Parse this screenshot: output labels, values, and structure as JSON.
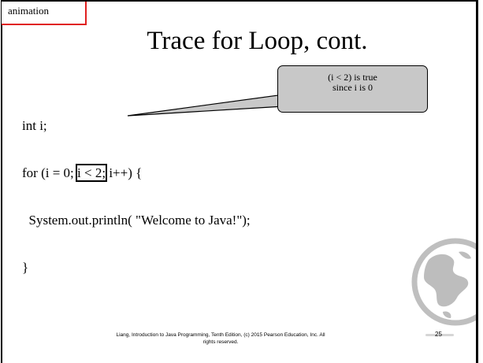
{
  "tag": {
    "label": "animation"
  },
  "slide": {
    "title": "Trace for Loop, cont.",
    "code_lines": {
      "l1": "int i;",
      "l2_pre": "for (i = 0; ",
      "l2_box": "i < 2;",
      "l2_post": " i++) {",
      "l3": "  System.out.println( \"Welcome to Java!\");",
      "l4": "}"
    },
    "callout": {
      "line1": "(i < 2) is true",
      "line2": "since i is 0"
    },
    "footer": {
      "line1": "Liang, Introduction to Java Programming, Tenth Edition, (c) 2015 Pearson Education, Inc. All",
      "line2": "rights reserved."
    },
    "page_number": "25"
  },
  "colors": {
    "callout_fill": "#c8c8c8",
    "tag_border": "#e02020",
    "globe": "#bfbfbf"
  },
  "icons": {
    "decoration": "globe-icon"
  }
}
